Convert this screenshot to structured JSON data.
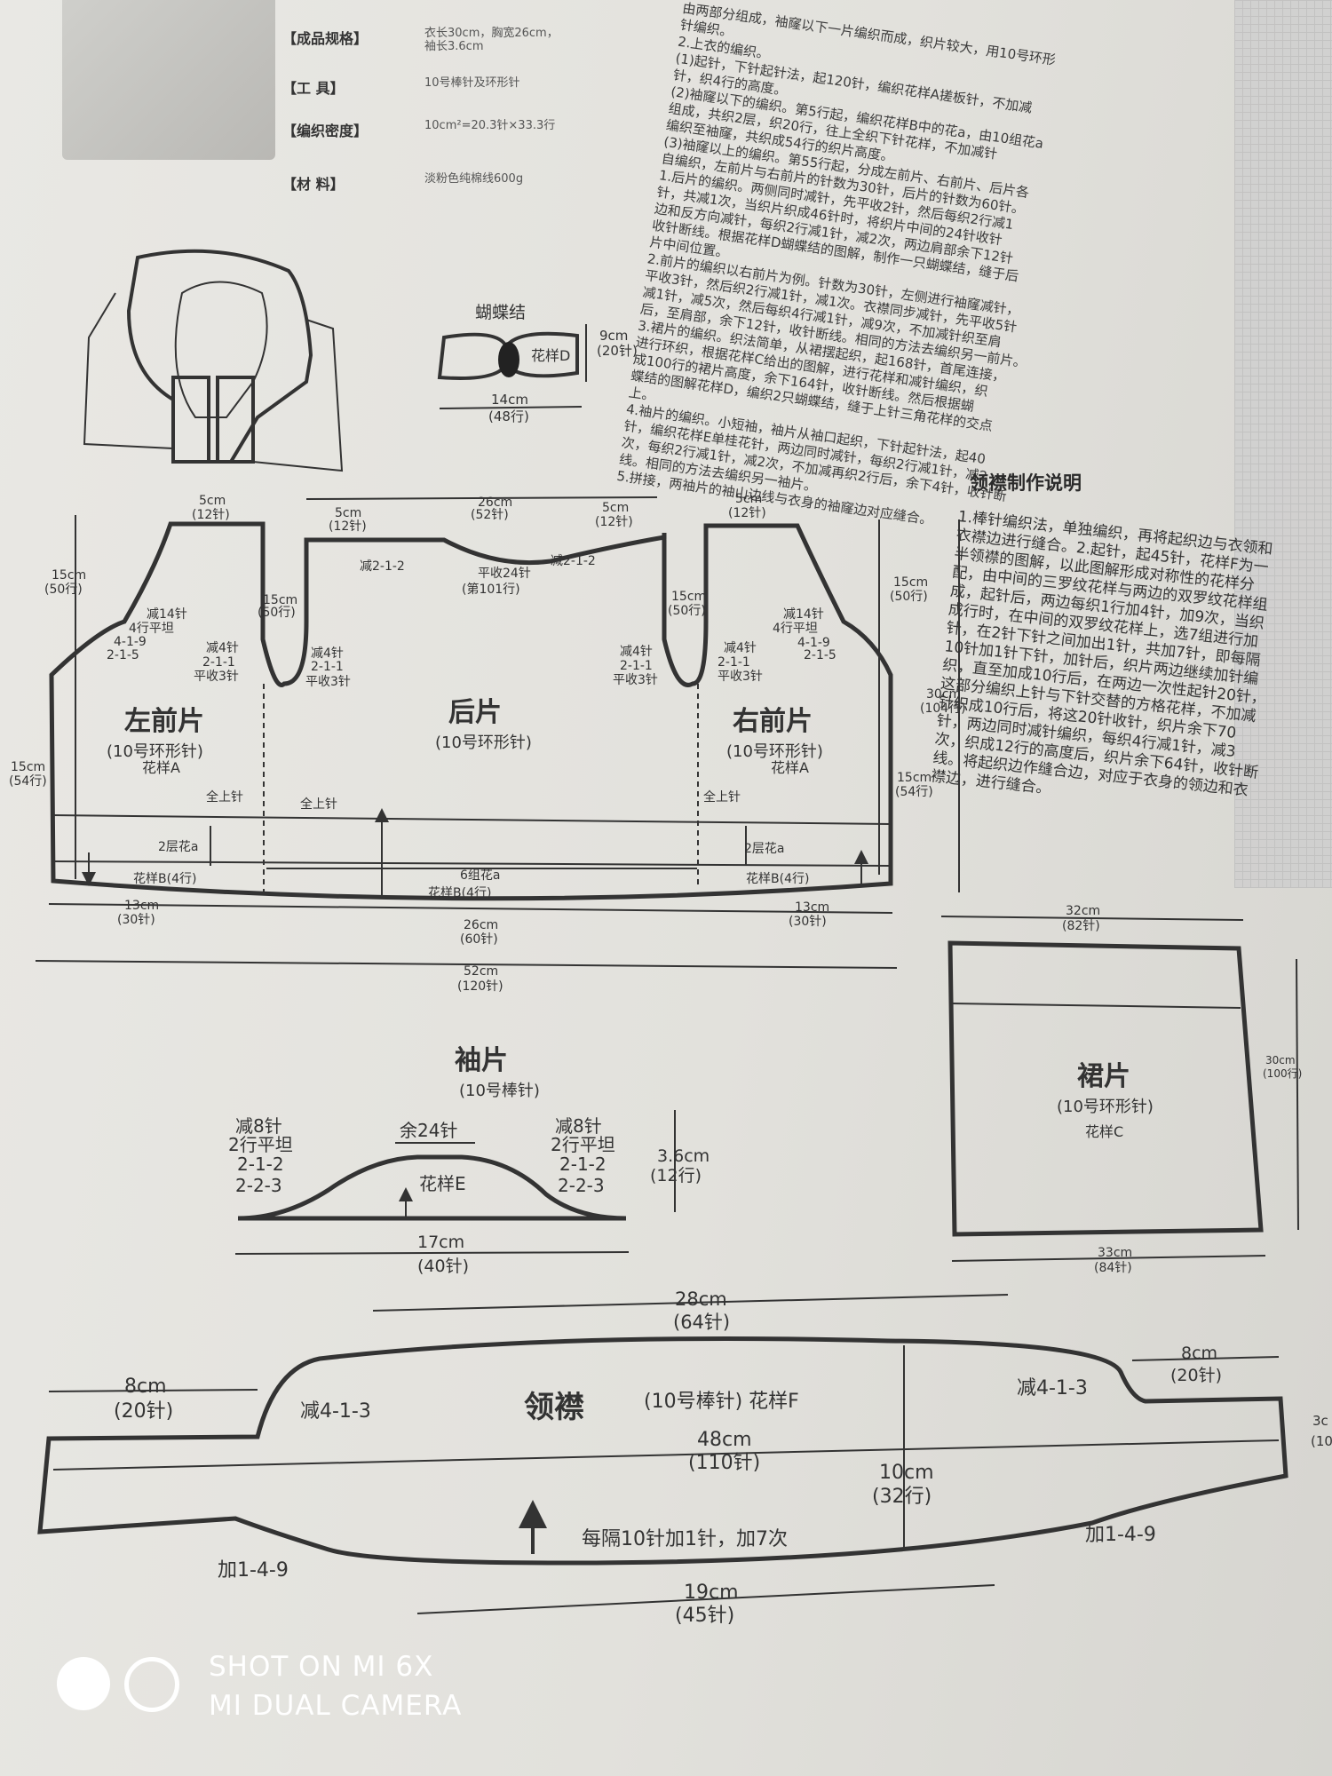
{
  "spec": {
    "size_label": "【成品规格】",
    "size_value1": "衣长30cm，胸宽26cm，",
    "size_value2": "袖长3.6cm",
    "tools_label": "【工 具】",
    "tools_value": "10号棒针及环形针",
    "density_label": "【编织密度】",
    "density_value": "10cm²=20.3针×33.3行",
    "material_label": "【材 料】",
    "material_value": "淡粉色纯棉线600g"
  },
  "instructions": [
    "由两部分组成，袖窿以下一片编织而成，织片较大，用10号环形",
    "针编织。",
    "2.上衣的编织。",
    "(1)起针，下针起针法，起120针，编织花样A搓板针，不加减",
    "针，织4行的高度。",
    "(2)袖窿以下的编织。第5行起，编织花样B中的花a，由10组花a",
    "组成，共织2层，织20行，往上全织下针花样，不加减针",
    "编织至袖窿，共织成54行的织片高度。",
    "(3)袖窿以上的编织。第55行起，分成左前片、右前片、后片各",
    "自编织，左前片与右前片的针数为30针，后片的针数为60针。",
    "1.后片的编织。两侧同时减针，先平收2针，然后每织2行减1",
    "针，共减1次，当织片织成46针时，将织片中间的24针收针",
    "边和反方向减针，每织2行减1针，减2次，两边肩部余下12针",
    "收针断线。根据花样D蝴蝶结的图解，制作一只蝴蝶结，缝于后",
    "片中间位置。",
    "2.前片的编织以右前片为例。针数为30针，左侧进行袖窿减针，",
    "平收3针，然后织2行减1针，减1次。衣襟同步减针，先平收5针",
    "减1针，减5次，然后每织4行减1针，减9次，不加减针织至肩",
    "后，至肩部，余下12针，收针断线。相同的方法去编织另一前片。",
    "3.裙片的编织。织法简单，从裙摆起织，起168针，首尾连接，",
    "进行环织，根据花样C给出的图解，进行花样和减针编织，织",
    "成100行的裙片高度，余下164针，收针断线。然后根据蝴",
    "蝶结的图解花样D，编织2只蝴蝶结，缝于上针三角花样的交点",
    "上。",
    "4.袖片的编织。小短袖，袖片从袖口起织，下针起针法，起40",
    "针，编织花样E单桂花针，两边同时减针，每织2行减1针，减2",
    "次，每织2行减1针，减2次，不加减再织2行后，余下4针，收针断",
    "线。相同的方法去编织另一袖片。",
    "5.拼接，两袖片的袖山边线与衣身的袖窿边对应缝合。"
  ],
  "bowtie": {
    "title": "蝴蝶结",
    "label": "花样D",
    "h": "9cm",
    "h2": "(20针)",
    "w": "14cm",
    "w2": "(48行)"
  },
  "body": {
    "left_front": "左前片",
    "back": "后片",
    "right_front": "右前片",
    "left_sub": "(10号环形针)",
    "back_sub": "(10号环形针)",
    "right_sub": "(10号环形针)",
    "pattern_a": "花样A",
    "pattern_a2": "花样A",
    "shoulder_l_cm": "5cm",
    "shoulder_l_n": "(12针)",
    "back_top_cm": "26cm",
    "back_top_n": "(52针)",
    "back_sh_l_cm": "5cm",
    "back_sh_l_n": "(12针)",
    "back_sh_r_cm": "5cm",
    "back_sh_r_n": "(12针)",
    "shoulder_r_cm": "5cm",
    "shoulder_r_n": "(12针)",
    "dec_212_l": "减2-1-2",
    "flat24": "平收24针",
    "row101": "(第101行)",
    "dec_212_r": "减2-1-2",
    "left_15cm": "15cm",
    "left_50": "(50行)",
    "neck_dec_l": "减14针",
    "neck_dec_l2": "4行平坦",
    "neck_dec_l3": "4-1-9",
    "neck_dec_l4": "2-1-5",
    "arm_l_cm": "15cm",
    "arm_l_rows": "(50行)",
    "arm_dec_l": "减4针",
    "arm_dec_l2": "2-1-1",
    "arm_dec_l3": "平收3针",
    "arm_dec_bl": "减4针",
    "arm_dec_bl2": "2-1-1",
    "arm_dec_bl3": "平收3针",
    "arm_dec_br": "减4针",
    "arm_dec_br2": "2-1-1",
    "arm_dec_br3": "平收3针",
    "arm_r_cm": "15cm",
    "arm_r_rows": "(50行)",
    "arm_dec_r": "减4针",
    "arm_dec_r2": "2-1-1",
    "arm_dec_r3": "平收3针",
    "neck_dec_r": "减14针",
    "neck_dec_r2": "4行平坦",
    "neck_dec_r3": "4-1-9",
    "neck_dec_r4": "2-1-5",
    "right_15cm": "15cm",
    "right_50": "(50行)",
    "total_30cm": "30cm",
    "total_104": "(104行)",
    "lower_l_cm": "15cm",
    "lower_l_rows": "(54行)",
    "lower_r_cm": "15cm",
    "lower_r_rows": "(54行)",
    "all_knit_1": "全上针",
    "all_knit_2": "全上针",
    "all_knit_3": "全上针",
    "two_layer_l": "2层花a",
    "two_layer_r": "2层花a",
    "six_groups": "6组花a",
    "hem_l": "花样B(4行)",
    "hem_c": "花样B(4行)",
    "hem_r": "花样B(4行)",
    "w_l_cm": "13cm",
    "w_l_n": "(30针)",
    "w_c_cm": "26cm",
    "w_c_n": "(60针)",
    "w_r_cm": "13cm",
    "w_r_n": "(30针)",
    "w_total_cm": "52cm",
    "w_total_n": "(120针)"
  },
  "skirt": {
    "top_cm": "32cm",
    "top_n": "(82针)",
    "title": "裙片",
    "sub": "(10号环形针)",
    "pattern": "花样C",
    "h_cm": "30cm",
    "h_rows": "(100行)",
    "bottom_cm": "33cm",
    "bottom_n": "(84针)"
  },
  "sleeve": {
    "title": "袖片",
    "sub": "(10号棒针)",
    "dec_l1": "减8针",
    "dec_l2": "2行平坦",
    "dec_l3": "2-1-2",
    "dec_l4": "2-2-3",
    "remain": "余24针",
    "dec_r1": "减8针",
    "dec_r2": "2行平坦",
    "dec_r3": "2-1-2",
    "dec_r4": "2-2-3",
    "pattern": "花样E",
    "h_cm": "3.6cm",
    "h_rows": "(12行)",
    "w_cm": "17cm",
    "w_n": "(40针)"
  },
  "collar": {
    "top_cm": "28cm",
    "top_n": "(64针)",
    "left_cm": "8cm",
    "left_n": "(20针)",
    "right_cm": "8cm",
    "right_n": "(20针)",
    "dec_l": "减4-1-3",
    "dec_r": "减4-1-3",
    "title": "领襟",
    "sub": "(10号棒针) 花样F",
    "len_cm": "48cm",
    "len_n": "(110针)",
    "h_cm": "10cm",
    "h_rows": "(32行)",
    "end_h_cm": "3c",
    "end_h_rows": "(10",
    "inc_note": "每隔10针加1针，加7次",
    "inc_l": "加1-4-9",
    "inc_r": "加1-4-9",
    "bottom_cm": "19cm",
    "bottom_n": "(45针)"
  },
  "collar_notes": {
    "title": "领襟制作说明",
    "text": "1.棒针编织法，单独编织，再将起织边与衣领和衣襟边进行缝合。2.起针，起45针，花样F为一半领襟的图解，以此图解形成对称性的花样分配，由中间的三罗纹花样与两边的双罗纹花样组成，起针后，两边每织1行加4针，加9次，当织成行时，在中间的双罗纹花样上，选7组进行加针，在2针下针之间加出1针，共加7针，即每隔10针加1针下针，加针后，织片两边继续加针编织，直至加成10行后，在两边一次性起针20针，这部分编织上针与下针交替的方格花样，不加减针织成10行后，将这20针收针，织片余下70针，两边同时减针编织，每织4行减1针，减3次，织成12行的高度后，织片余下64针，收针断线。将起织边作缝合边，对应于衣身的领边和衣襟边，进行缝合。"
  },
  "watermark": {
    "line1": "SHOT ON MI 6X",
    "line2": "MI DUAL CAMERA"
  }
}
